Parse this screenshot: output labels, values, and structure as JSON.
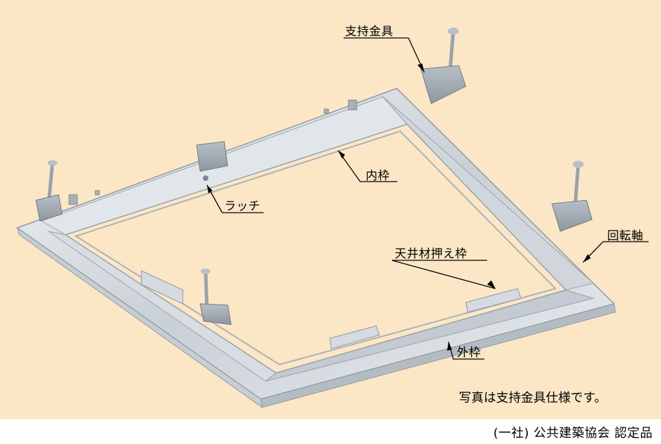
{
  "labels": {
    "support_bracket": "支持金具",
    "inner_frame": "内枠",
    "latch": "ラッチ",
    "pivot_shaft": "回転軸",
    "ceiling_retainer_frame": "天井材押え枠",
    "outer_frame": "外枠"
  },
  "note": "写真は支持金具仕様です。",
  "footer": "(一社) 公共建築協会 認定品"
}
